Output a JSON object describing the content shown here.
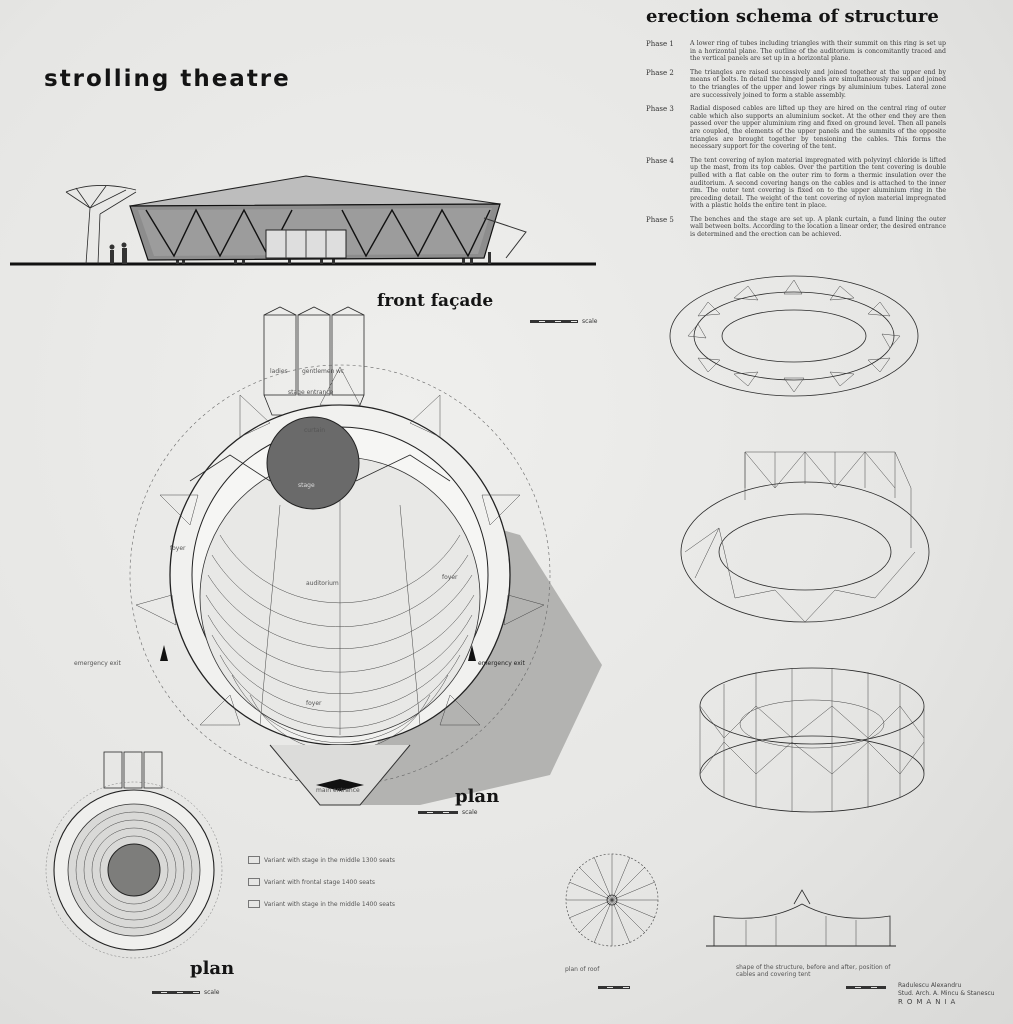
{
  "board": {
    "title": "strolling theatre",
    "schema_title": "erection schema of structure",
    "front_facade_label": "front façade",
    "plan_label_main": "plan",
    "plan_label_small": "plan"
  },
  "phases": [
    {
      "label": "Phase 1",
      "text": "A lower ring of tubes including triangles with their summit on this ring is set up in a horizontal plane. The outline of the auditorium is concomitantly traced and the vertical panels are set up in a horizontal plane."
    },
    {
      "label": "Phase 2",
      "text": "The triangles are raised successively and joined together at the upper end by means of bolts. In detail the hinged panels are simultaneously raised and joined to the triangles of the upper and lower rings by aluminium tubes. Lateral zone are successively joined to form a stable assembly."
    },
    {
      "label": "Phase 3",
      "text": "Radial disposed cables are lifted up they are hired on the central ring of outer cable which also supports an aluminium socket. At the other end they are then passed over the upper aluminium ring and fixed on ground level. Then all panels are coupled, the elements of the upper panels and the summits of the opposite triangles are brought together by tensioning the cables. This forms the necessary support for the covering of the tent."
    },
    {
      "label": "Phase 4",
      "text": "The tent covering of nylon material impregnated with polyvinyl chloride is lifted up the mast, from its top cables. Over the partition the tent covering is double pulled with a flat cable on the outer rim to form a thermic insulation over the auditorium. A second covering hangs on the cables and is attached to the inner rim. The outer tent covering is fixed on to the upper aluminium ring in the preceding detail. The weight of the tent covering of nylon material impregnated with a plastic holds the entire tent in place."
    },
    {
      "label": "Phase 5",
      "text": "The benches and the stage are set up. A plank curtain, a fund lining the outer wall between bolts. According to the location a linear order, the desired entrance is determined and the erection can be achieved."
    }
  ],
  "plan_labels": {
    "curtain": "curtain",
    "stage": "stage",
    "auditorium": "auditorium",
    "foyer_left": "foyer",
    "foyer_right": "foyer",
    "foyer_bottom": "foyer",
    "emergency_exit_left": "emergency exit",
    "emergency_exit_right": "emergency exit",
    "main_entrance": "main entrance",
    "stage_entrance": "stage entrance",
    "dressing_1": "ladies",
    "dressing_2": "gentlemen",
    "dressing_3": "wc"
  },
  "legend": [
    "Variant with stage in the middle 1300 seats",
    "Variant with frontal stage 1400 seats",
    "Variant with stage in the middle 1400 seats"
  ],
  "scale_label": "scale",
  "credit": {
    "line1": "Radulescu Alexandru",
    "line2": "Stud. Arch. A. Mincu & Stanescu",
    "country": "ROMANIA"
  },
  "captions": {
    "detail_plan": "plan of roof",
    "section_note": "shape of the structure, before and after, position of cables and covering tent"
  }
}
